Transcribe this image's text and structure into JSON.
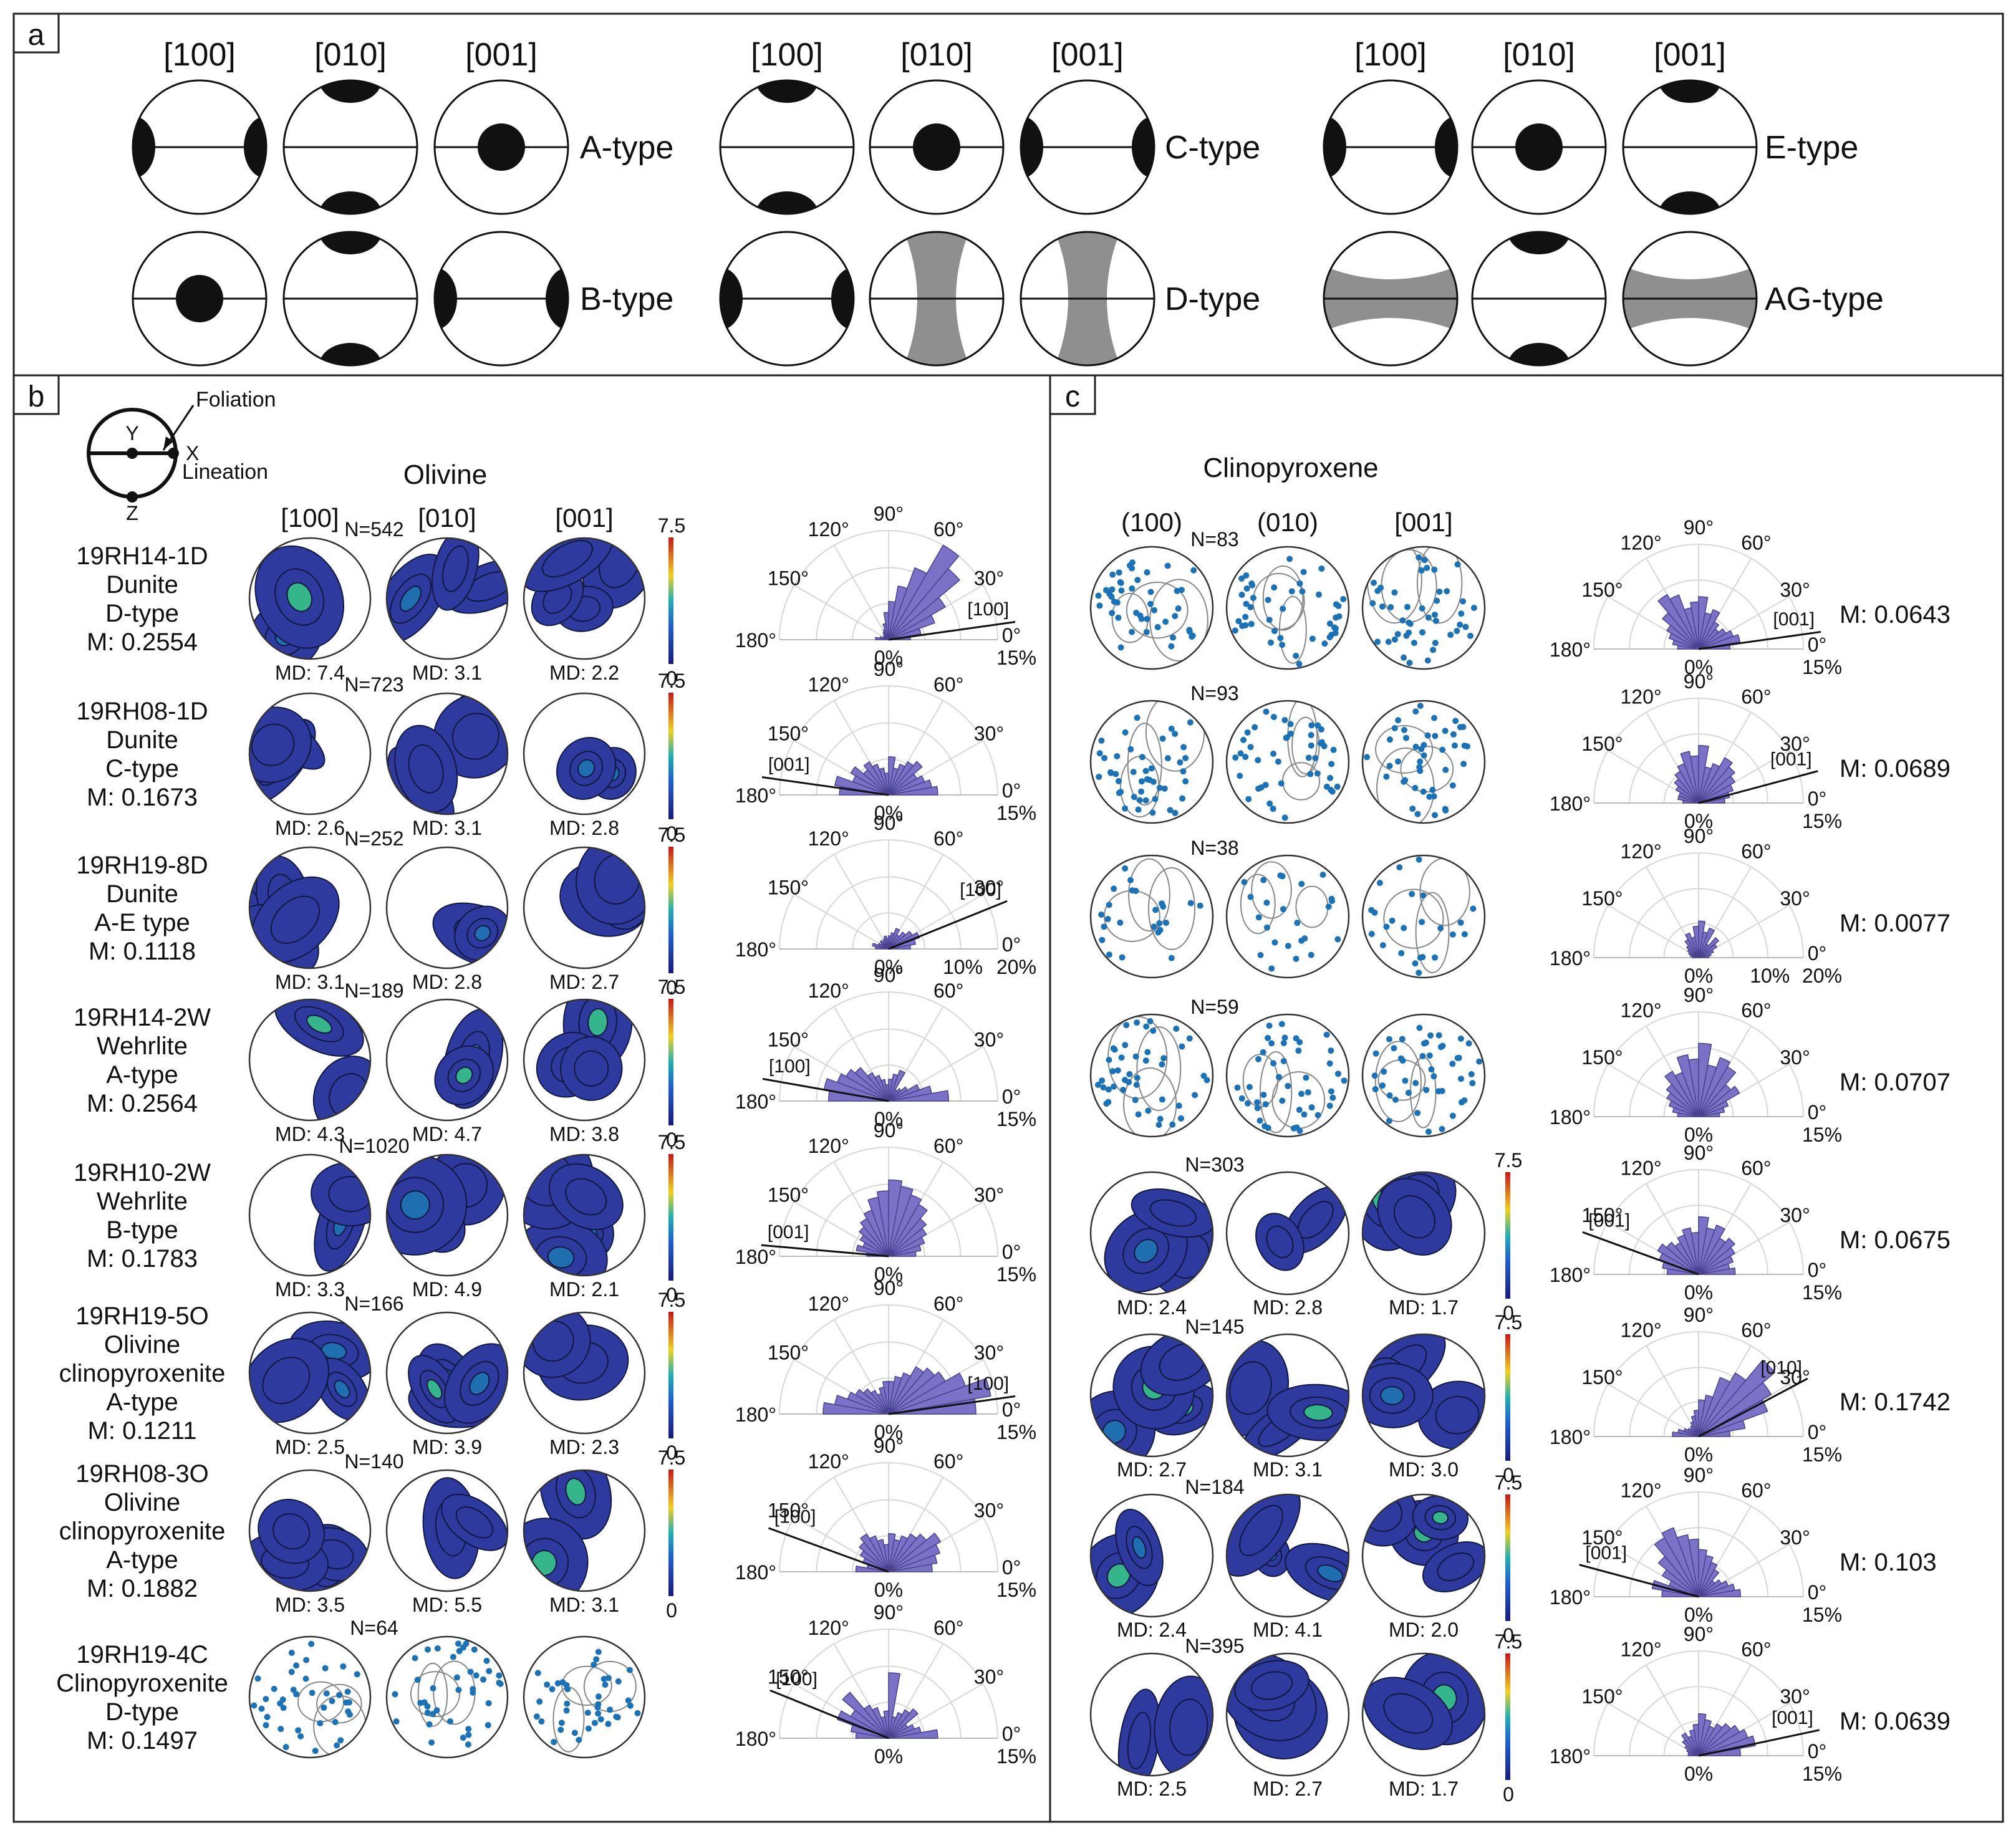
{
  "panel_a": {
    "label": "a",
    "groups": [
      {
        "headers": [
          "[100]",
          "[010]",
          "[001]"
        ],
        "rows": [
          {
            "type": "A-type",
            "patterns": [
              "lr",
              "tb",
              "center"
            ]
          },
          {
            "type": "B-type",
            "patterns": [
              "center",
              "tb",
              "lr"
            ]
          }
        ]
      },
      {
        "headers": [
          "[100]",
          "[010]",
          "[001]"
        ],
        "rows": [
          {
            "type": "C-type",
            "patterns": [
              "tb",
              "center",
              "lr"
            ]
          },
          {
            "type": "D-type",
            "patterns": [
              "lr",
              "vgirdle",
              "vgirdle"
            ]
          }
        ]
      },
      {
        "headers": [
          "[100]",
          "[010]",
          "[001]"
        ],
        "rows": [
          {
            "type": "E-type",
            "patterns": [
              "lr",
              "center",
              "tb"
            ]
          },
          {
            "type": "AG-type",
            "patterns": [
              "hgirdle",
              "tb",
              "hgirdle"
            ]
          }
        ]
      }
    ]
  },
  "key": {
    "foliation": "Foliation",
    "lineation": "Lineation",
    "x": "X",
    "y": "Y",
    "z": "Z"
  },
  "panel_b": {
    "label": "b",
    "title": "Olivine",
    "headers": [
      "[100]",
      "[010]",
      "[001]"
    ],
    "scale": {
      "max": "7.5",
      "min": "0"
    },
    "rows": [
      {
        "lines": [
          "19RH14-1D",
          "Dunite",
          "D-type",
          "M: 0.2554"
        ],
        "n": "N=542",
        "md": [
          "MD: 7.4",
          "MD: 3.1",
          "MD: 2.2"
        ],
        "kind": "contour",
        "rose": {
          "ticks": [
            "120°",
            "90°",
            "60°",
            "150°",
            "30°",
            "180°",
            "0°",
            "0%",
            "15%"
          ],
          "axis": "[100]",
          "axis_deg": 8,
          "petals": [
            0.2,
            0.3,
            0.45,
            0.6,
            0.85,
            1.0,
            0.7,
            0.5,
            0.35,
            0.25,
            0.15,
            0.1,
            0.08,
            0.06,
            0.05,
            0.05,
            0.08,
            0.12
          ]
        }
      },
      {
        "lines": [
          "19RH08-1D",
          "Dunite",
          "C-type",
          "M: 0.1673"
        ],
        "n": "N=723",
        "md": [
          "MD: 2.6",
          "MD: 3.1",
          "MD: 2.8"
        ],
        "kind": "contour",
        "rose": {
          "ticks": [
            "120°",
            "90°",
            "60°",
            "150°",
            "30°",
            "180°",
            "0°",
            "0%",
            "15%"
          ],
          "axis": "[001]",
          "axis_deg": 172,
          "petals": [
            0.45,
            0.4,
            0.35,
            0.3,
            0.4,
            0.35,
            0.3,
            0.25,
            0.35,
            0.2,
            0.25,
            0.3,
            0.35,
            0.3,
            0.4,
            0.35,
            0.5,
            0.45
          ]
        }
      },
      {
        "lines": [
          "19RH19-8D",
          "Dunite",
          "A-E type",
          "M: 0.1118"
        ],
        "n": "N=252",
        "md": [
          "MD: 3.1",
          "MD: 2.8",
          "MD: 2.7"
        ],
        "kind": "contour",
        "rose": {
          "ticks": [
            "120°",
            "90°",
            "60°",
            "150°",
            "30°",
            "180°",
            "0°",
            "0%",
            "10%",
            "20%"
          ],
          "axis": "[100]",
          "axis_deg": 22,
          "petals": [
            0.2,
            0.25,
            0.3,
            0.25,
            0.2,
            0.15,
            0.2,
            0.15,
            0.12,
            0.1,
            0.12,
            0.1,
            0.08,
            0.1,
            0.08,
            0.1,
            0.15,
            0.12
          ]
        }
      },
      {
        "lines": [
          "19RH14-2W",
          "Wehrlite",
          "A-type",
          "M: 0.2564"
        ],
        "n": "N=189",
        "md": [
          "MD: 4.3",
          "MD: 4.7",
          "MD: 3.8"
        ],
        "kind": "contour",
        "rose": {
          "ticks": [
            "120°",
            "90°",
            "60°",
            "150°",
            "30°",
            "180°",
            "0°",
            "0%",
            "15%"
          ],
          "axis": "[100]",
          "axis_deg": 170,
          "petals": [
            0.55,
            0.4,
            0.3,
            0.2,
            0.15,
            0.12,
            0.3,
            0.25,
            0.2,
            0.15,
            0.2,
            0.25,
            0.3,
            0.4,
            0.45,
            0.5,
            0.6,
            0.55
          ]
        }
      },
      {
        "lines": [
          "19RH10-2W",
          "Wehrlite",
          "B-type",
          "M: 0.1783"
        ],
        "n": "N=1020",
        "md": [
          "MD: 3.3",
          "MD: 4.9",
          "MD: 2.1"
        ],
        "kind": "contour",
        "rose": {
          "ticks": [
            "120°",
            "90°",
            "60°",
            "150°",
            "30°",
            "180°",
            "0°",
            "0%",
            "15%"
          ],
          "axis": "[001]",
          "axis_deg": 175,
          "petals": [
            0.25,
            0.3,
            0.35,
            0.4,
            0.45,
            0.55,
            0.6,
            0.65,
            0.7,
            0.6,
            0.55,
            0.45,
            0.4,
            0.35,
            0.3,
            0.25,
            0.3,
            0.2
          ]
        }
      },
      {
        "lines": [
          "19RH19-5O",
          "Olivine",
          "clinopyroxenite",
          "A-type",
          "M: 0.1211"
        ],
        "n": "N=166",
        "md": [
          "MD: 2.5",
          "MD: 3.9",
          "MD: 2.3"
        ],
        "kind": "contour",
        "rose": {
          "ticks": [
            "120°",
            "90°",
            "60°",
            "150°",
            "30°",
            "180°",
            "0°",
            "0%",
            "15%"
          ],
          "axis": "[100]",
          "axis_deg": 8,
          "petals": [
            0.8,
            0.95,
            0.75,
            0.6,
            0.55,
            0.5,
            0.4,
            0.35,
            0.3,
            0.3,
            0.25,
            0.2,
            0.25,
            0.3,
            0.35,
            0.4,
            0.5,
            0.6
          ]
        }
      },
      {
        "lines": [
          "19RH08-3O",
          "Olivine",
          "clinopyroxenite",
          "A-type",
          "M: 0.1882"
        ],
        "n": "N=140",
        "md": [
          "MD: 3.5",
          "MD: 5.5",
          "MD: 3.1"
        ],
        "kind": "contour",
        "rose": {
          "ticks": [
            "120°",
            "90°",
            "60°",
            "150°",
            "30°",
            "180°",
            "0°",
            "0%",
            "15%"
          ],
          "axis": "[100]",
          "axis_deg": 160,
          "petals": [
            0.4,
            0.45,
            0.5,
            0.55,
            0.45,
            0.4,
            0.35,
            0.3,
            0.35,
            0.25,
            0.3,
            0.35,
            0.4,
            0.35,
            0.3,
            0.25,
            0.2,
            0.3
          ]
        }
      },
      {
        "lines": [
          "19RH19-4C",
          "Clinopyroxenite",
          "D-type",
          "M: 0.1497"
        ],
        "n": "N=64",
        "md": [],
        "kind": "points",
        "rose": {
          "ticks": [
            "120°",
            "90°",
            "60°",
            "150°",
            "30°",
            "180°",
            "0°",
            "0%",
            "15%"
          ],
          "axis": "[100]",
          "axis_deg": 158,
          "petals": [
            0.45,
            0.3,
            0.25,
            0.2,
            0.35,
            0.3,
            0.25,
            0.2,
            0.6,
            0.25,
            0.2,
            0.3,
            0.35,
            0.55,
            0.4,
            0.5,
            0.35,
            0.3
          ]
        }
      }
    ]
  },
  "panel_c": {
    "label": "c",
    "title": "Clinopyroxene",
    "headers": [
      "(100)",
      "(010)",
      "[001]"
    ],
    "scale": {
      "max": "7.5",
      "min": "0"
    },
    "rows": [
      {
        "n": "N=83",
        "md": [],
        "kind": "points",
        "m": "M: 0.0643",
        "rose": {
          "ticks": [
            "120°",
            "90°",
            "60°",
            "150°",
            "30°",
            "180°",
            "0°",
            "0%",
            "15%"
          ],
          "axis": "[001]",
          "axis_deg": 8,
          "petals": [
            0.3,
            0.4,
            0.35,
            0.3,
            0.25,
            0.3,
            0.4,
            0.35,
            0.5,
            0.45,
            0.4,
            0.55,
            0.6,
            0.45,
            0.35,
            0.3,
            0.25,
            0.2
          ]
        }
      },
      {
        "n": "N=93",
        "md": [],
        "kind": "points",
        "m": "M: 0.0689",
        "rose": {
          "ticks": [
            "120°",
            "90°",
            "60°",
            "150°",
            "30°",
            "180°",
            "0°",
            "0%",
            "15%"
          ],
          "axis": "[001]",
          "axis_deg": 15,
          "petals": [
            0.25,
            0.3,
            0.35,
            0.4,
            0.45,
            0.5,
            0.4,
            0.35,
            0.55,
            0.45,
            0.5,
            0.4,
            0.35,
            0.3,
            0.25,
            0.2,
            0.2,
            0.15
          ]
        }
      },
      {
        "n": "N=38",
        "md": [],
        "kind": "points",
        "m": "M: 0.0077",
        "rose": {
          "ticks": [
            "120°",
            "90°",
            "60°",
            "150°",
            "30°",
            "180°",
            "0°",
            "0%",
            "10%",
            "20%"
          ],
          "axis": "",
          "axis_deg": 0,
          "petals": [
            0.1,
            0.12,
            0.15,
            0.2,
            0.25,
            0.15,
            0.3,
            0.25,
            0.35,
            0.3,
            0.2,
            0.25,
            0.2,
            0.15,
            0.12,
            0.1,
            0.08,
            0.06
          ]
        }
      },
      {
        "n": "N=59",
        "md": [],
        "kind": "points",
        "m": "M: 0.0707",
        "rose": {
          "ticks": [
            "120°",
            "90°",
            "60°",
            "150°",
            "30°",
            "180°",
            "0°",
            "0%",
            "15%"
          ],
          "axis": "",
          "axis_deg": 0,
          "petals": [
            0.2,
            0.25,
            0.3,
            0.45,
            0.4,
            0.55,
            0.6,
            0.5,
            0.7,
            0.55,
            0.6,
            0.45,
            0.5,
            0.4,
            0.35,
            0.3,
            0.25,
            0.2
          ]
        }
      },
      {
        "n": "N=303",
        "md": [
          "MD: 2.4",
          "MD: 2.8",
          "MD: 1.7"
        ],
        "kind": "contour",
        "m": "M: 0.0675",
        "rose": {
          "ticks": [
            "120°",
            "90°",
            "60°",
            "150°",
            "30°",
            "180°",
            "0°",
            "0%",
            "15%"
          ],
          "axis": "[001]",
          "axis_deg": 160,
          "petals": [
            0.35,
            0.3,
            0.35,
            0.4,
            0.45,
            0.4,
            0.5,
            0.45,
            0.55,
            0.4,
            0.45,
            0.4,
            0.35,
            0.4,
            0.45,
            0.4,
            0.35,
            0.3
          ]
        }
      },
      {
        "n": "N=145",
        "md": [
          "MD: 2.7",
          "MD: 3.1",
          "MD: 3.0"
        ],
        "kind": "contour",
        "m": "M: 0.1742",
        "rose": {
          "ticks": [
            "120°",
            "90°",
            "60°",
            "150°",
            "30°",
            "180°",
            "0°",
            "0%",
            "15%"
          ],
          "axis": "[010]",
          "axis_deg": 28,
          "petals": [
            0.3,
            0.45,
            0.7,
            0.8,
            0.95,
            0.7,
            0.6,
            0.4,
            0.35,
            0.25,
            0.2,
            0.15,
            0.12,
            0.1,
            0.12,
            0.15,
            0.2,
            0.25
          ]
        }
      },
      {
        "n": "N=184",
        "md": [
          "MD: 2.4",
          "MD: 4.1",
          "MD: 2.0"
        ],
        "kind": "contour",
        "m": "M: 0.103",
        "rose": {
          "ticks": [
            "120°",
            "90°",
            "60°",
            "150°",
            "30°",
            "180°",
            "0°",
            "0%",
            "15%"
          ],
          "axis": "[001]",
          "axis_deg": 165,
          "petals": [
            0.4,
            0.35,
            0.3,
            0.25,
            0.2,
            0.3,
            0.35,
            0.4,
            0.45,
            0.55,
            0.6,
            0.7,
            0.65,
            0.5,
            0.4,
            0.3,
            0.45,
            0.35
          ]
        }
      },
      {
        "n": "N=395",
        "md": [
          "MD: 2.5",
          "MD: 2.7",
          "MD: 1.7"
        ],
        "kind": "contour",
        "m": "M: 0.0639",
        "rose": {
          "ticks": [
            "120°",
            "90°",
            "60°",
            "150°",
            "30°",
            "180°",
            "0°",
            "0%",
            "15%"
          ],
          "axis": "[001]",
          "axis_deg": 12,
          "petals": [
            0.4,
            0.55,
            0.5,
            0.45,
            0.4,
            0.35,
            0.3,
            0.35,
            0.4,
            0.3,
            0.25,
            0.2,
            0.25,
            0.2,
            0.15,
            0.12,
            0.1,
            0.1
          ]
        }
      }
    ]
  },
  "colors": {
    "pole": "#111111",
    "girdle": "#8f8f8f",
    "contour_low": "#2e3a9e",
    "contour_mid": "#1f6fb0",
    "contour_high": "#35b58a",
    "point": "#1a72b8",
    "rose": "#7b72c8"
  }
}
